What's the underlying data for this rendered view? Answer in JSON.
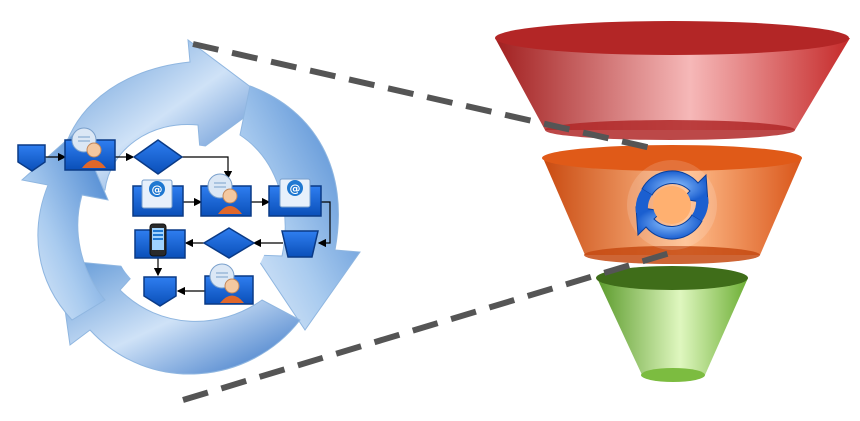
{
  "diagram": {
    "type": "process-flow-to-funnel",
    "cycle_arrow": {
      "colors": [
        "#2e6cc0",
        "#bcd7f0"
      ]
    },
    "flow_nodes": [
      {
        "id": "offpage-start",
        "kind": "offpage-connector",
        "icon": "pentagon-down-icon"
      },
      {
        "id": "person-chat-1",
        "kind": "process",
        "icon": "person-chat-icon"
      },
      {
        "id": "decision-1",
        "kind": "decision",
        "icon": "diamond-icon"
      },
      {
        "id": "email-1",
        "kind": "process",
        "icon": "email-envelope-icon"
      },
      {
        "id": "person-chat-2",
        "kind": "process",
        "icon": "person-chat-icon"
      },
      {
        "id": "email-2",
        "kind": "process",
        "icon": "email-envelope-icon"
      },
      {
        "id": "manual-op",
        "kind": "manual-operation",
        "icon": "trapezoid-icon"
      },
      {
        "id": "decision-2",
        "kind": "decision",
        "icon": "diamond-icon"
      },
      {
        "id": "mobile",
        "kind": "process",
        "icon": "mobile-phone-icon"
      },
      {
        "id": "person-chat-3",
        "kind": "process",
        "icon": "person-chat-icon"
      },
      {
        "id": "offpage-end",
        "kind": "offpage-connector",
        "icon": "pentagon-down-icon"
      }
    ],
    "funnel": {
      "stages": [
        {
          "id": "top",
          "color": "#d63a3a"
        },
        {
          "id": "middle",
          "color": "#ee6a24",
          "icon": "refresh-cycle-icon"
        },
        {
          "id": "bottom",
          "color": "#8fd14f"
        }
      ]
    },
    "connector_style": "dashed",
    "colors": {
      "node_fill": "#0f5fd6",
      "node_stroke": "#0a3a86",
      "dash": "#555555"
    }
  }
}
